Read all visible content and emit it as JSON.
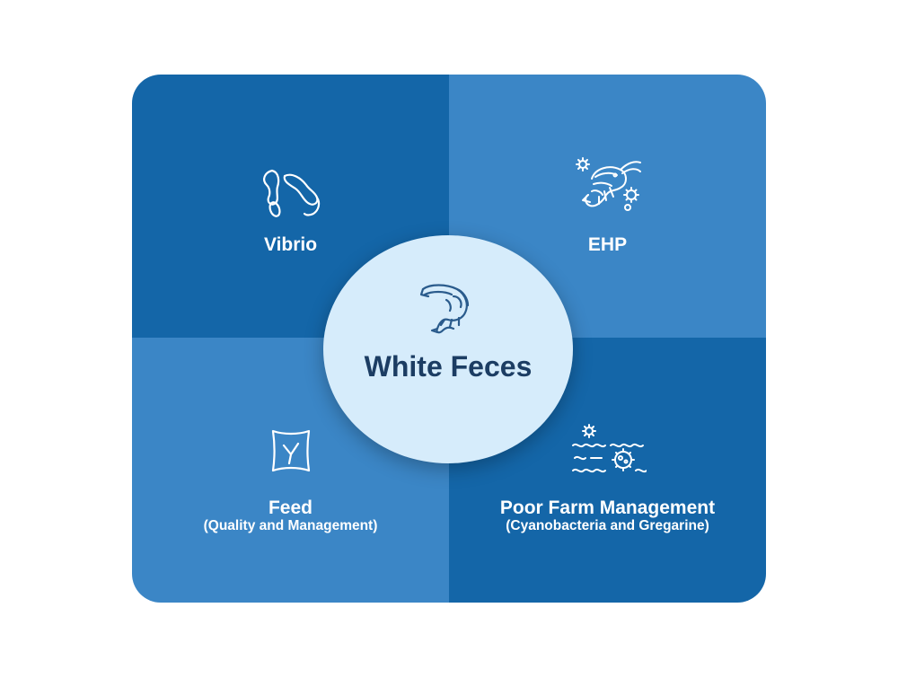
{
  "center": {
    "title": "White Feces",
    "icon": "shrimp-icon"
  },
  "quadrants": {
    "top_left": {
      "label": "Vibrio",
      "icon": "bacteria-icon"
    },
    "top_right": {
      "label": "EHP",
      "icon": "shrimp-microbe-icon"
    },
    "bottom_left": {
      "label": "Feed",
      "sublabel": "(Quality and Management)",
      "icon": "feed-sack-icon"
    },
    "bottom_right": {
      "label": "Poor Farm Management",
      "sublabel": "(Cyanobacteria and Gregarine)",
      "icon": "water-microbe-icon"
    }
  },
  "colors": {
    "dark_blue": "#1466a8",
    "light_blue": "#3b86c6",
    "center_fill": "#d6ecfb",
    "center_text": "#1c3d63"
  }
}
